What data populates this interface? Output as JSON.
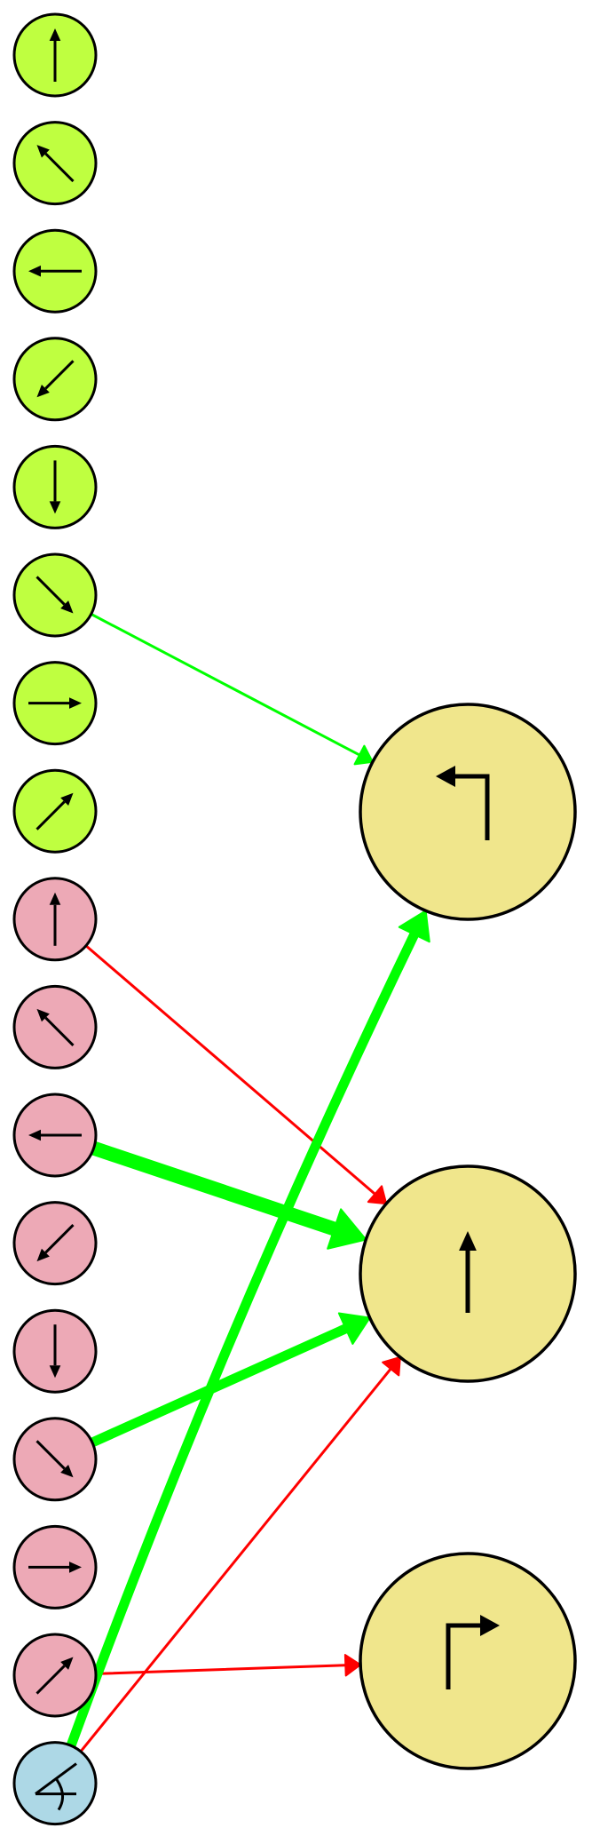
{
  "colors": {
    "input_green": "#bfff40",
    "input_pink": "#eda9b6",
    "input_blue": "#add8e6",
    "output_khaki": "#f0e68c",
    "edge_excitatory": "#00ff00",
    "edge_inhibitory": "#ff0000",
    "stroke": "#000000"
  },
  "input_nodes": [
    {
      "id": "g0",
      "group": "green",
      "icon": "arrow-up-icon"
    },
    {
      "id": "g1",
      "group": "green",
      "icon": "arrow-up-left-icon"
    },
    {
      "id": "g2",
      "group": "green",
      "icon": "arrow-left-icon"
    },
    {
      "id": "g3",
      "group": "green",
      "icon": "arrow-down-left-icon"
    },
    {
      "id": "g4",
      "group": "green",
      "icon": "arrow-down-icon"
    },
    {
      "id": "g5",
      "group": "green",
      "icon": "arrow-down-right-icon"
    },
    {
      "id": "g6",
      "group": "green",
      "icon": "arrow-right-icon"
    },
    {
      "id": "g7",
      "group": "green",
      "icon": "arrow-up-right-icon"
    },
    {
      "id": "p0",
      "group": "pink",
      "icon": "arrow-up-icon"
    },
    {
      "id": "p1",
      "group": "pink",
      "icon": "arrow-up-left-icon"
    },
    {
      "id": "p2",
      "group": "pink",
      "icon": "arrow-left-icon"
    },
    {
      "id": "p3",
      "group": "pink",
      "icon": "arrow-down-left-icon"
    },
    {
      "id": "p4",
      "group": "pink",
      "icon": "arrow-down-icon"
    },
    {
      "id": "p5",
      "group": "pink",
      "icon": "arrow-down-right-icon"
    },
    {
      "id": "p6",
      "group": "pink",
      "icon": "arrow-right-icon"
    },
    {
      "id": "p7",
      "group": "pink",
      "icon": "arrow-up-right-icon"
    },
    {
      "id": "b0",
      "group": "blue",
      "icon": "angle-icon"
    }
  ],
  "output_nodes": [
    {
      "id": "o0",
      "icon": "turn-left-icon"
    },
    {
      "id": "o1",
      "icon": "straight-up-icon"
    },
    {
      "id": "o2",
      "icon": "turn-right-icon"
    }
  ],
  "edges": [
    {
      "from": "g5",
      "to": "o0",
      "type": "excitatory",
      "weight": "thin"
    },
    {
      "from": "p0",
      "to": "o1",
      "type": "inhibitory",
      "weight": "thin"
    },
    {
      "from": "p2",
      "to": "o1",
      "type": "excitatory",
      "weight": "thick"
    },
    {
      "from": "p5",
      "to": "o1",
      "type": "excitatory",
      "weight": "medium"
    },
    {
      "from": "p7",
      "to": "o2",
      "type": "inhibitory",
      "weight": "thin"
    },
    {
      "from": "b0",
      "to": "o1",
      "type": "inhibitory",
      "weight": "thin"
    },
    {
      "from": "b0",
      "to": "o0",
      "type": "excitatory",
      "weight": "medium"
    }
  ]
}
